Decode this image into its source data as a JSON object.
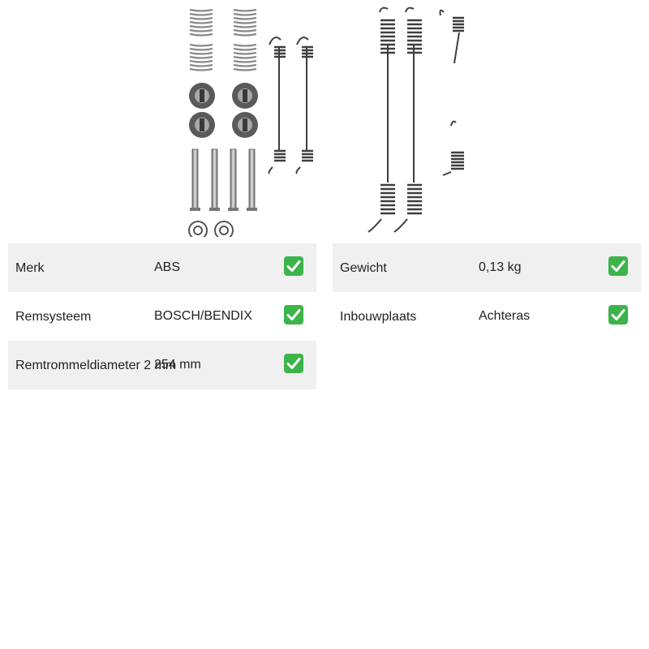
{
  "specs_left": [
    {
      "label": "Merk",
      "value": "ABS",
      "checked": true
    },
    {
      "label": "Remsysteem",
      "value": "BOSCH/BENDIX",
      "checked": true
    },
    {
      "label": "Remtrommeldiameter 2 mm",
      "value": "254 mm",
      "checked": true
    }
  ],
  "specs_right": [
    {
      "label": "Gewicht",
      "value": "0,13 kg",
      "checked": true
    },
    {
      "label": "Inbouwplaats",
      "value": "Achteras",
      "checked": true
    }
  ],
  "colors": {
    "row_shade": "#f0f0f0",
    "check_green": "#3cb44a",
    "metal_dark": "#4a4a4a",
    "metal_light": "#9a9a9a"
  },
  "icons": {
    "check": "check-mark-button-icon"
  }
}
